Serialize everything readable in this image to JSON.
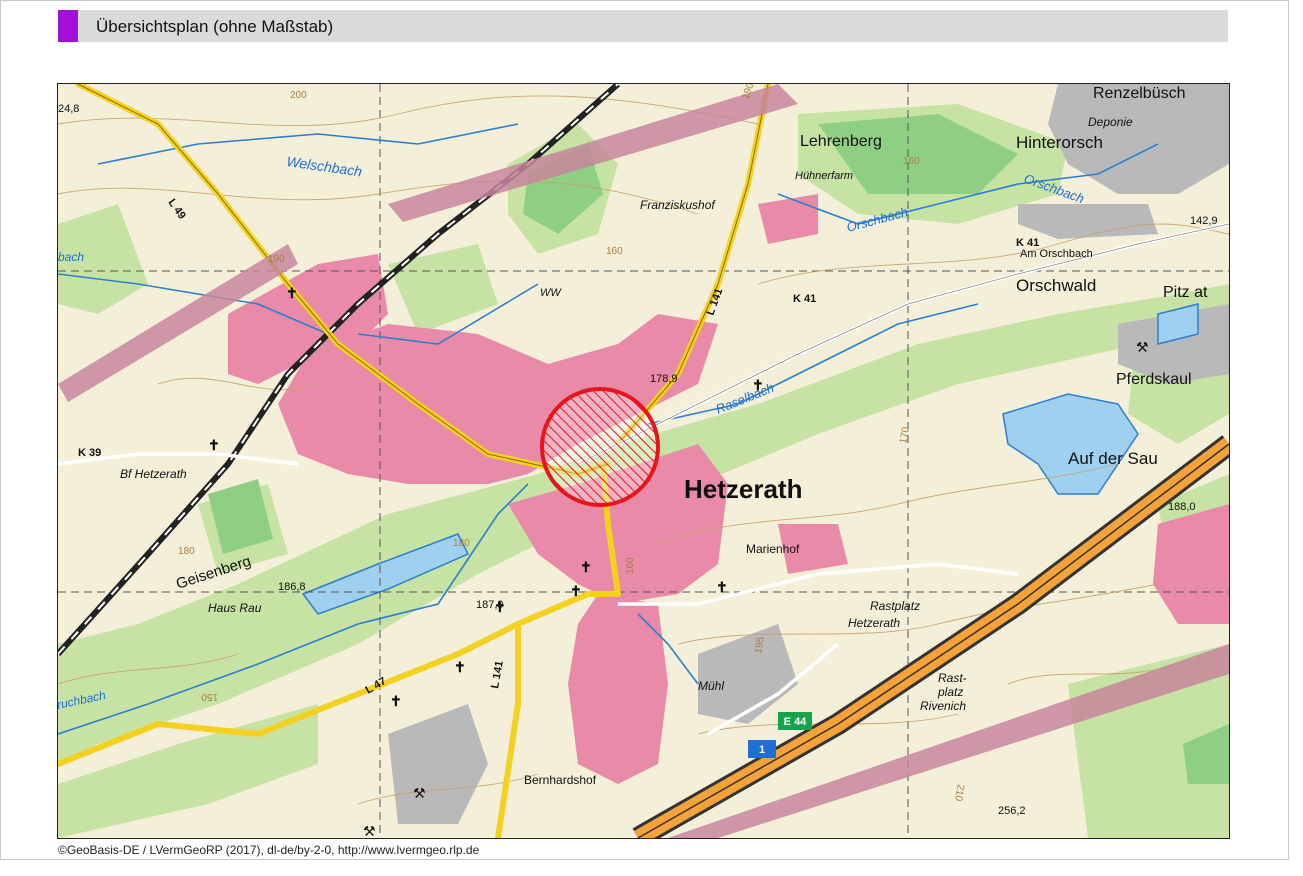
{
  "header": {
    "title": "Übersichtsplan  (ohne Maßstab)",
    "accent_color": "#a010d8"
  },
  "map": {
    "marker": {
      "type": "hatched-circle",
      "color": "#e8141a"
    },
    "labels": {
      "renzelbusch": "Renzelbüsch",
      "deponie": "Deponie",
      "hinterorsch": "Hinterorsch",
      "lehrenberg": "Lehrenberg",
      "huehnerfarm": "Hühnerfarm",
      "welschbach": "Welschbach",
      "franziskushof": "Franziskushof",
      "orschbach": "Orschbach",
      "orschbach2": "Orschbach",
      "am_orschbach": "Am Orschbach",
      "orschwald": "Orschwald",
      "pitzat": "Pitz at",
      "pferdskaul": "Pferdskaul",
      "auf_der_sau": "Auf der Sau",
      "raselbach": "Raselbach",
      "hetzerath": "Hetzerath",
      "bf_hetzerath": "Bf Hetzerath",
      "marienhof": "Marienhof",
      "geisenberg": "Geisenberg",
      "haus_rau": "Haus Rau",
      "rastplatz_hetzerath_1": "Rastplatz",
      "rastplatz_hetzerath_2": "Hetzerath",
      "rastplatz_rivenich_1": "Rast-",
      "rastplatz_rivenich_2": "platz",
      "rastplatz_rivenich_3": "Rivenich",
      "muehle": "Mühl",
      "bernhardshof": "Bernhardshof",
      "bach": "bach",
      "ruchbach": "ruchbach",
      "ww": "WW"
    },
    "roads": {
      "l49": "L 49",
      "l141_north": "L 141",
      "l141_south": "L 141",
      "l47": "L 47",
      "k39": "K 39",
      "k41_west": "K 41",
      "k41_east": "K 41",
      "e44": "E 44",
      "a1": "1"
    },
    "spot_heights": {
      "h248": "24,8",
      "h142": "142,9",
      "h1789": "178,9",
      "h1880": "188,0",
      "h1868": "186,8",
      "h1879": "187,9",
      "h2562": "256,2"
    },
    "contours": {
      "c200": "200",
      "c190a": "190",
      "c190b": "190",
      "c160a": "160",
      "c160b": "160",
      "c170": "170",
      "c180a": "180",
      "c180b": "180",
      "c150": "150",
      "c195": "195",
      "c210": "210",
      "c160c": "160"
    }
  },
  "footer": {
    "credit": "©GeoBasis-DE / LVermGeoRP (2017), dl-de/by-2-0, http://www.lvermgeo.rlp.de"
  }
}
